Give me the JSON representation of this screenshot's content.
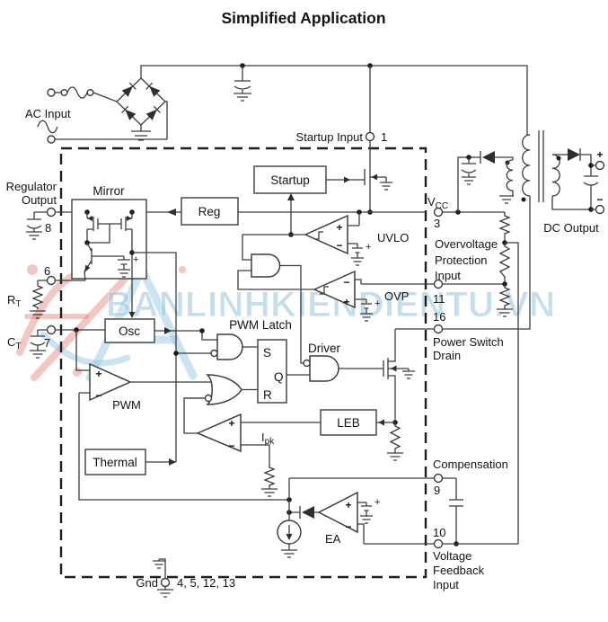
{
  "title": "Simplified Application",
  "watermark": {
    "text": "BANLINHKIENDIENTU.VN",
    "blue": "#9fc9df",
    "red": "#e2685e"
  },
  "external": {
    "ac_input": "AC Input",
    "dc_output": "DC Output",
    "startup_input": "Startup Input",
    "regulator_l1": "Regulator",
    "regulator_l2": "Output",
    "ovp_l1": "Overvoltage",
    "ovp_l2": "Protection",
    "ovp_l3": "Input",
    "psd_l1": "Power Switch",
    "psd_l2": "Drain",
    "compensation": "Compensation",
    "vfb_l1": "Voltage",
    "vfb_l2": "Feedback",
    "vfb_l3": "Input",
    "gnd": "Gnd",
    "gnd_pins": "4, 5, 12, 13",
    "vcc_main": "V",
    "vcc_sub": "CC",
    "rt_main": "R",
    "rt_sub": "T",
    "ct_main": "C",
    "ct_sub": "T"
  },
  "pins": {
    "startup": "1",
    "vcc": "3",
    "rt": "6",
    "ct": "7",
    "regout": "8",
    "comp": "9",
    "vfb": "10",
    "ovp": "11",
    "drain": "16"
  },
  "blocks": {
    "mirror": "Mirror",
    "reg": "Reg",
    "startup": "Startup",
    "osc": "Osc",
    "pwm_latch": "PWM Latch",
    "driver": "Driver",
    "leb": "LEB",
    "thermal": "Thermal"
  },
  "comparators": {
    "uvlo": "UVLO",
    "ovp": "OVP",
    "pwm": "PWM",
    "ea": "EA",
    "ipk_main": "I",
    "ipk_sub": "pk"
  },
  "latch": {
    "s": "S",
    "q": "Q",
    "r": "R"
  },
  "symbols": {
    "plus": "+",
    "minus": "−"
  }
}
